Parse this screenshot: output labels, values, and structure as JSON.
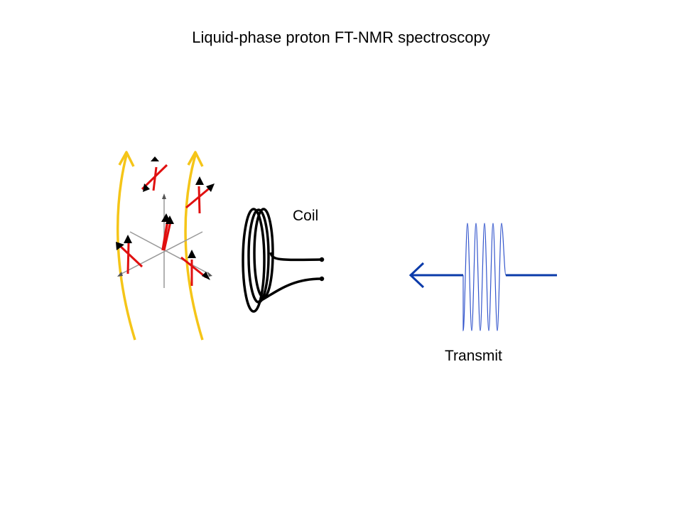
{
  "slide": {
    "title": "Liquid-phase proton FT-NMR spectroscopy"
  },
  "labels": {
    "coil": "Coil",
    "transmit": "Transmit"
  },
  "colors": {
    "field_lines": "#F5C518",
    "spin_rods": "#E01010",
    "arrowheads": "#000000",
    "axes": "#999999",
    "coil_wire": "#000000",
    "rf_pulse": "#0B3BAA",
    "rf_wave": "#3355CC",
    "text": "#000000"
  },
  "icons": {
    "field_lines": "magnetic-field-line-icon",
    "spins": "nuclear-spin-arrow-icon",
    "coil": "rf-coil-icon",
    "pulse": "rf-pulse-arrow-icon"
  }
}
